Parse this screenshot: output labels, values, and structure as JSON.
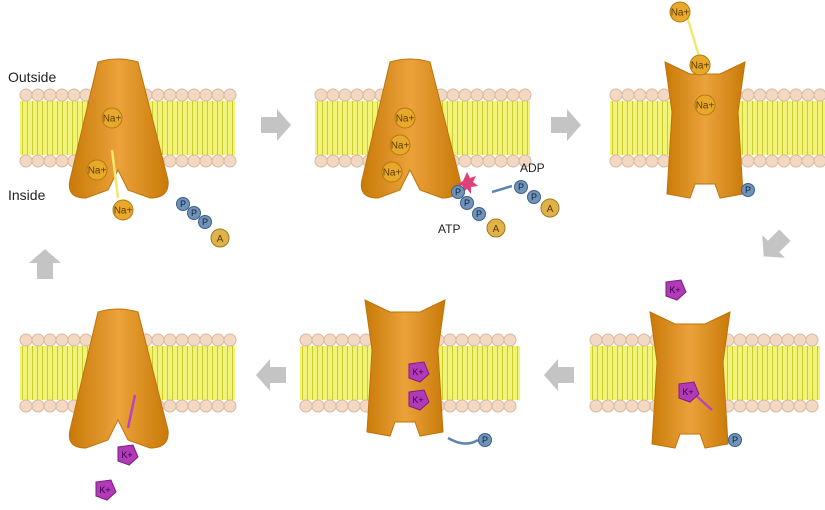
{
  "title": "Sodium-potassium pump cycle",
  "labels": {
    "outside": "Outside",
    "inside": "Inside",
    "atp": "ATP",
    "adp": "ADP"
  },
  "ions": {
    "sodium": "Na+",
    "potassium": "K+",
    "phosphate": "P",
    "adenosine": "A"
  },
  "colors": {
    "protein": "#d98a12",
    "membrane_tails": "#eef060",
    "lipid_heads": "#f3d9c4",
    "sodium": "#e8a92a",
    "potassium": "#b23ab8",
    "phosphate": "#5f86b0",
    "arrow": "#c4c4c4"
  }
}
